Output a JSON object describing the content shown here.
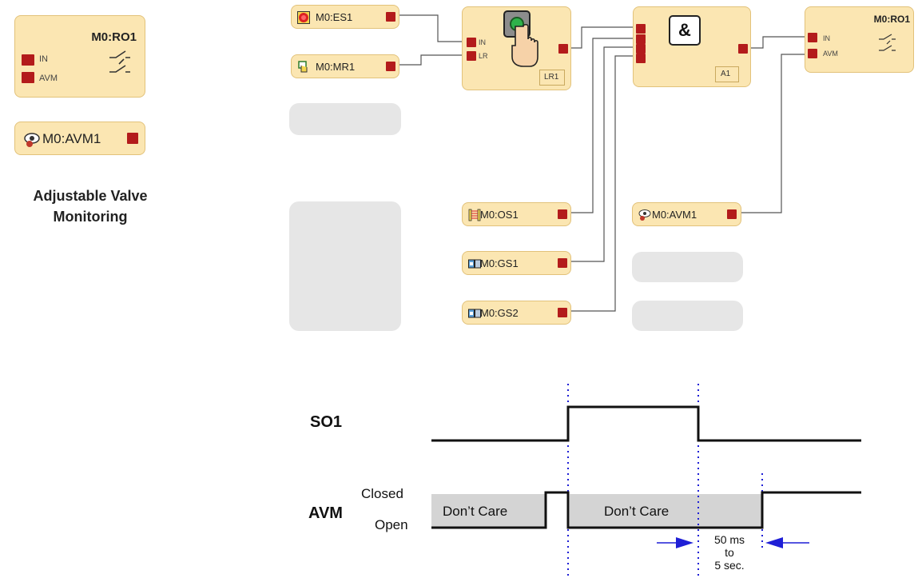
{
  "legend": {
    "ro_block_title": "M0:RO1",
    "ro_in_label": "IN",
    "ro_avm_label": "AVM",
    "avm_pill_label": "M0:AVM1",
    "caption": "Adjustable Valve Monitoring"
  },
  "diagram": {
    "es1": "M0:ES1",
    "mr1": "M0:MR1",
    "lr_in": "IN",
    "lr_lr": "LR",
    "lr_name": "LR1",
    "and_symbol": "&",
    "and_name": "A1",
    "ro_title": "M0:RO1",
    "ro_in": "IN",
    "ro_avm": "AVM",
    "os1": "M0:OS1",
    "gs1": "M0:GS1",
    "gs2": "M0:GS2",
    "avm1": "M0:AVM1"
  },
  "timing": {
    "so1_label": "SO1",
    "avm_label": "AVM",
    "closed_label": "Closed",
    "open_label": "Open",
    "dont_care_1": "Don’t Care",
    "dont_care_2": "Don’t Care",
    "delay_line1": "50 ms",
    "delay_line2": "to",
    "delay_line3": "5 sec."
  },
  "colors": {
    "block_fill": "#fbe6b2",
    "terminal": "#b31b1b",
    "placeholder": "#e6e6e6",
    "marker": "#1f1fd6",
    "dont_care_fill": "#d4d4d4"
  }
}
